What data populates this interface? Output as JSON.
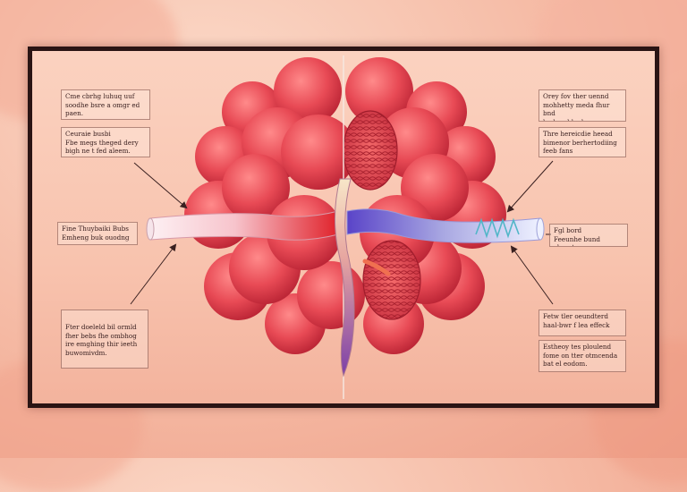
{
  "labels": {
    "left_top": "Cme cbrhg luhuq uuf\nsoodhe bsre a omgr ed\npaen.",
    "left_upper": "Ceuraie busbi\nFbe megs theged dery\nbigh ne t fed aleem.",
    "left_mid": "Fine Thuybaiki Bubs\nEmheng buk ouodng",
    "left_bottom": "Fter doeleld bil ormld\nfher bebs fhe ombhog\nire emghing thir ieeth\nbuwomivdm.",
    "right_top": "Orey fov ther uennd\nmohhetty meda fhur bnd\nbmbe gbbe be emgang",
    "right_upper": "Thre hereicdie heead\nbimenor berhertodiing\nfeeb fans",
    "right_mid": "Fgl bord\nFeeunhe bund sheret.",
    "right_lower": "Fetw tler oeundterd\nhaal-bwr f lea effeck",
    "right_bottom": "Estheoy tes ploulend\nfome on tter otmcenda\nbat el eodom."
  },
  "colors": {
    "cell": "#e84a55",
    "cell_dark": "#c22e3c",
    "tube_left": "#e83a3a",
    "tube_right": "#6a5acd",
    "frame": "#2a1414"
  }
}
